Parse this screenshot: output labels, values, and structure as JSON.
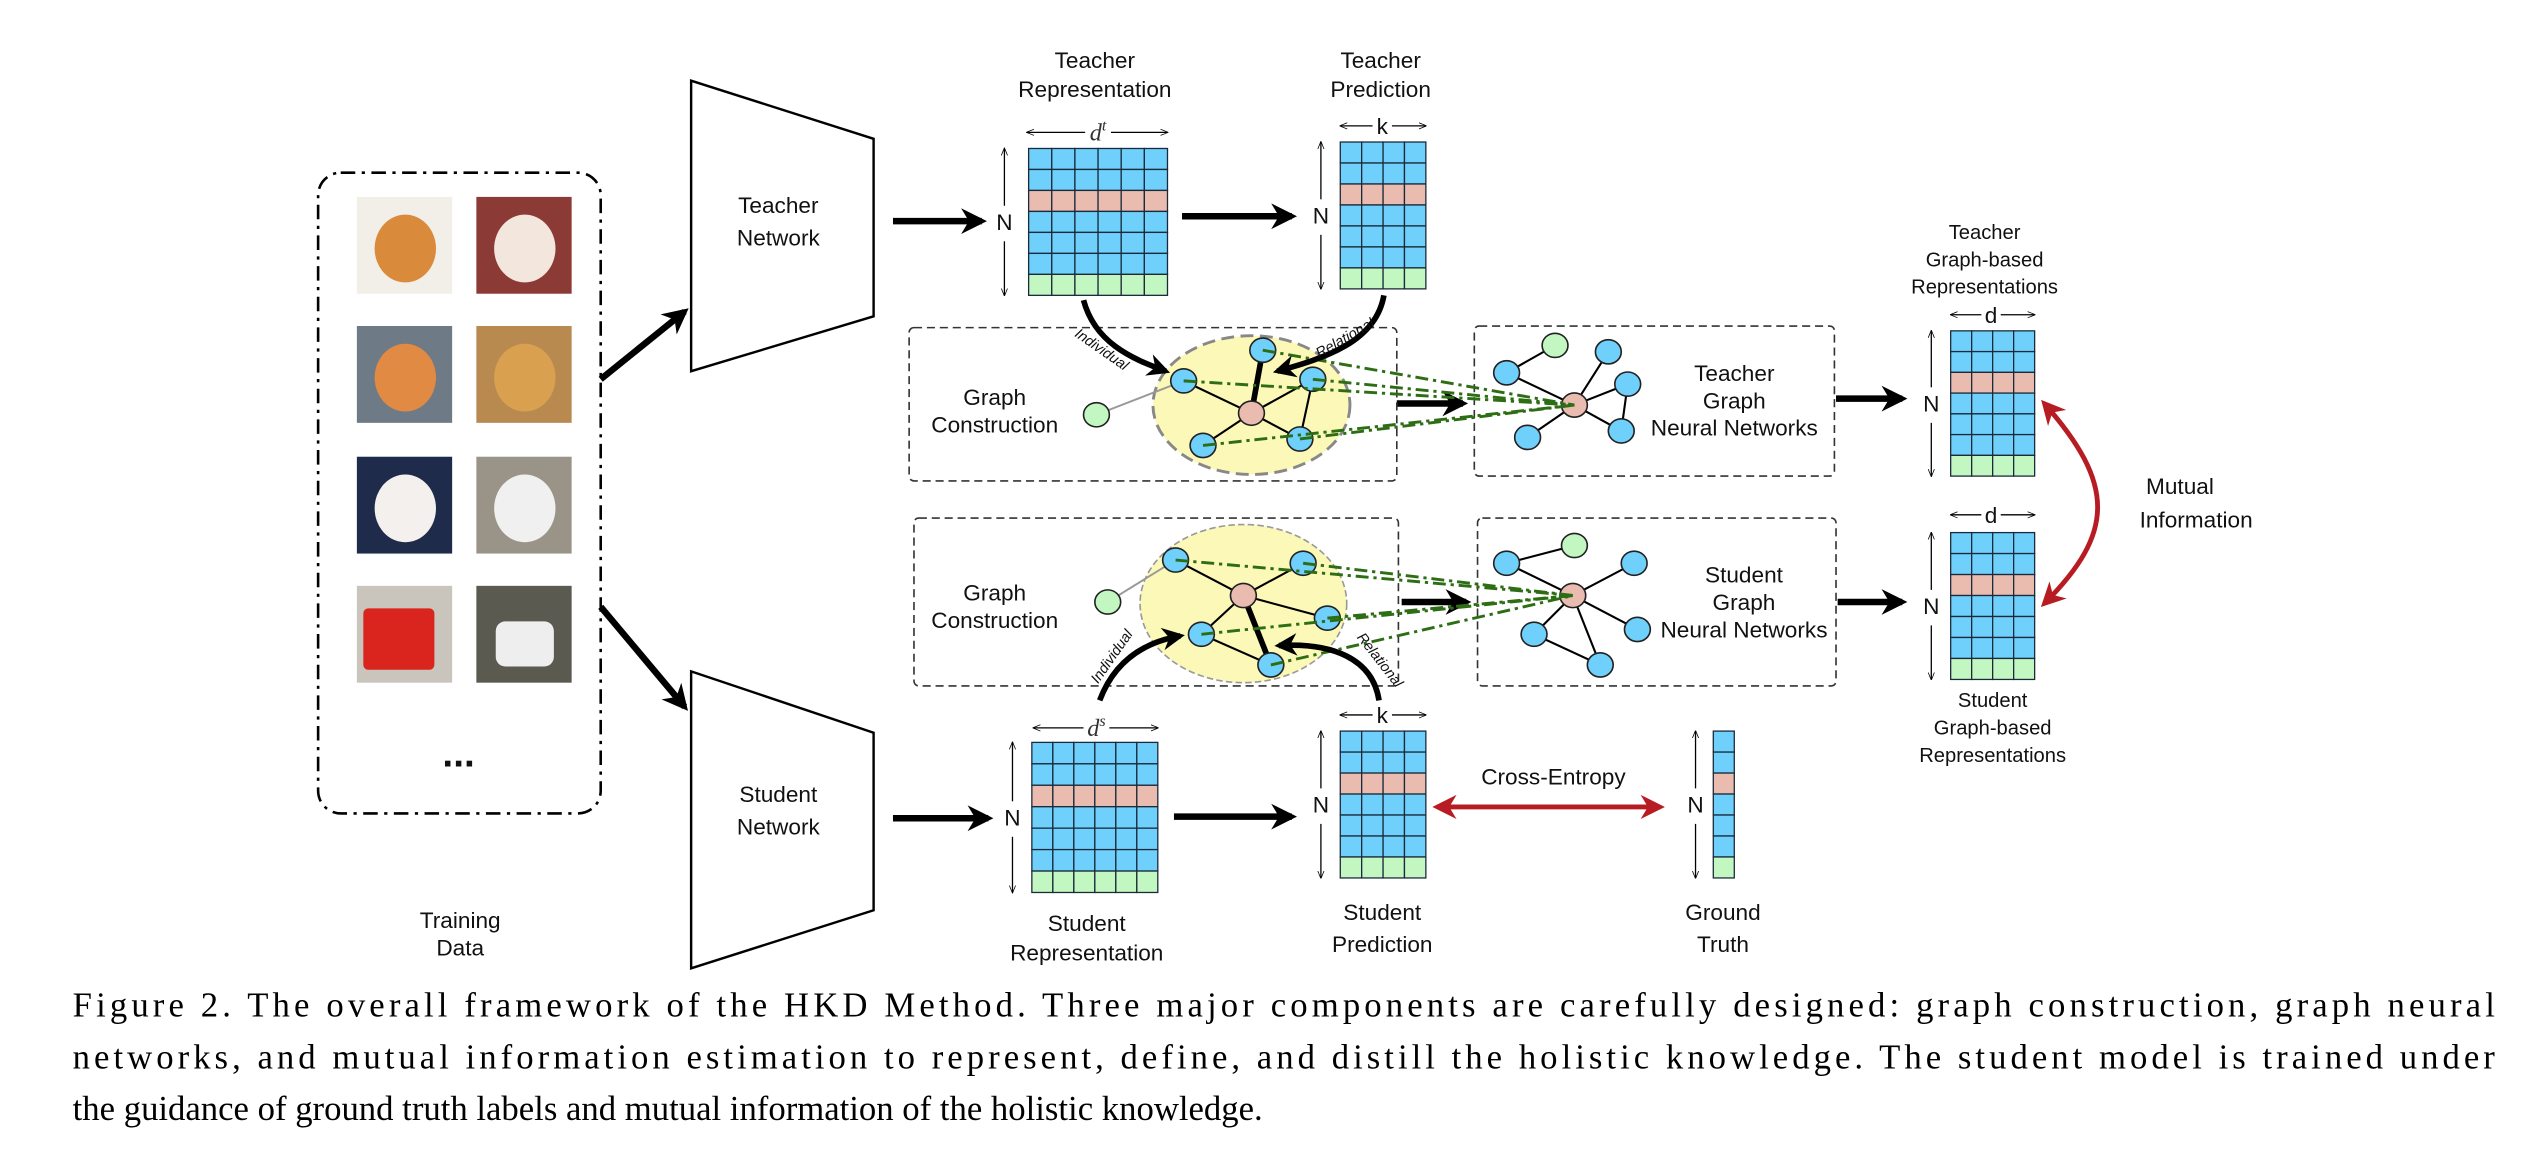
{
  "colors": {
    "feature_blue": "#6fd0fb",
    "highlight_pink": "#eabcb0",
    "label_green": "#c2f7c2",
    "graph_highlight_yellow": "#fbf8b8",
    "relation_green": "#2d6e14",
    "loss_red": "#b71c23"
  },
  "matrix_row_pattern": [
    "blue",
    "blue",
    "pink",
    "blue",
    "blue",
    "blue",
    "green"
  ],
  "training_data": {
    "label_line1": "Training",
    "label_line2": "Data",
    "ellipsis": "...",
    "images": [
      "corgi-dog",
      "exotic-cat",
      "orange-cat",
      "golden-dog",
      "white-kitten",
      "white-black-cat",
      "red-bus",
      "white-car"
    ]
  },
  "teacher": {
    "network_line1": "Teacher",
    "network_line2": "Network",
    "rep_title1": "Teacher",
    "rep_title2": "Representation",
    "rep_dim": "d",
    "rep_dim_sup": "t",
    "pred_title1": "Teacher",
    "pred_title2": "Prediction",
    "pred_dim": "k",
    "gc_line1": "Graph",
    "gc_line2": "Construction",
    "individual": "Individual",
    "relational": "Relational",
    "gnn_line1": "Teacher",
    "gnn_line2": "Graph",
    "gnn_line3": "Neural Networks",
    "graph_rep_title1": "Teacher",
    "graph_rep_title2": "Graph-based",
    "graph_rep_title3": "Representations",
    "graph_rep_dim": "d"
  },
  "student": {
    "network_line1": "Student",
    "network_line2": "Network",
    "rep_title1": "Student",
    "rep_title2": "Representation",
    "rep_dim": "d",
    "rep_dim_sup": "s",
    "pred_title1": "Student",
    "pred_title2": "Prediction",
    "pred_dim": "k",
    "gc_line1": "Graph",
    "gc_line2": "Construction",
    "individual": "Individual",
    "relational": "Relational",
    "gnn_line1": "Student",
    "gnn_line2": "Graph",
    "gnn_line3": "Neural Networks",
    "graph_rep_title1": "Student",
    "graph_rep_title2": "Graph-based",
    "graph_rep_title3": "Representations",
    "graph_rep_dim": "d"
  },
  "n_label": "N",
  "ground_truth": {
    "line1": "Ground",
    "line2": "Truth"
  },
  "cross_entropy": "Cross-Entropy",
  "mutual_information": {
    "line1": "Mutual",
    "line2": "Information"
  },
  "caption": {
    "line1": "Figure 2. The overall framework of the HKD Method. Three major components are carefully designed: graph construction, graph neural",
    "line2": "networks, and mutual information estimation to represent, define, and distill the holistic knowledge. The student model is trained under",
    "line3": "the guidance of ground truth labels and mutual information of the holistic knowledge."
  }
}
